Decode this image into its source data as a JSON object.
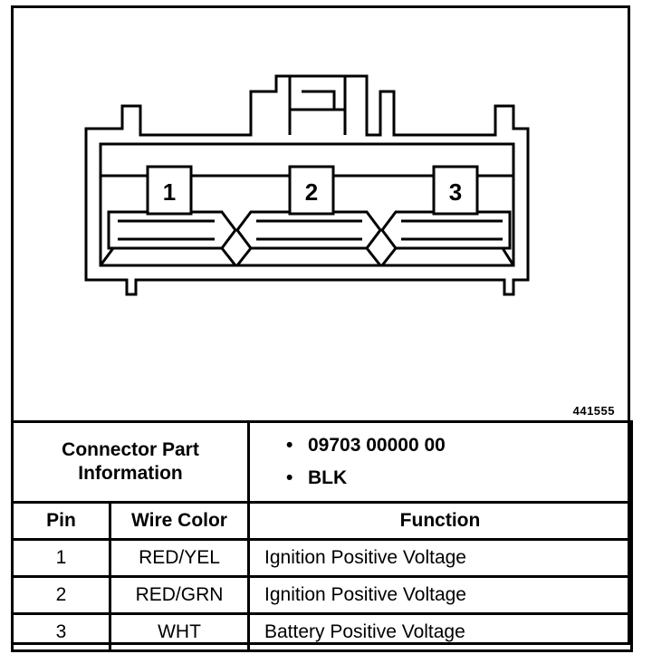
{
  "figure_number": "441555",
  "connector": {
    "pins": [
      "1",
      "2",
      "3"
    ]
  },
  "info": {
    "label_line1": "Connector Part",
    "label_line2": "Information",
    "bullet": "•",
    "part_number": "09703 00000 00",
    "color": "BLK"
  },
  "table": {
    "headers": {
      "pin": "Pin",
      "wire_color": "Wire Color",
      "function": "Function"
    },
    "rows": [
      {
        "pin": "1",
        "wire_color": "RED/YEL",
        "function": "Ignition Positive Voltage"
      },
      {
        "pin": "2",
        "wire_color": "RED/GRN",
        "function": "Ignition Positive Voltage"
      },
      {
        "pin": "3",
        "wire_color": "WHT",
        "function": "Battery Positive Voltage"
      }
    ]
  }
}
